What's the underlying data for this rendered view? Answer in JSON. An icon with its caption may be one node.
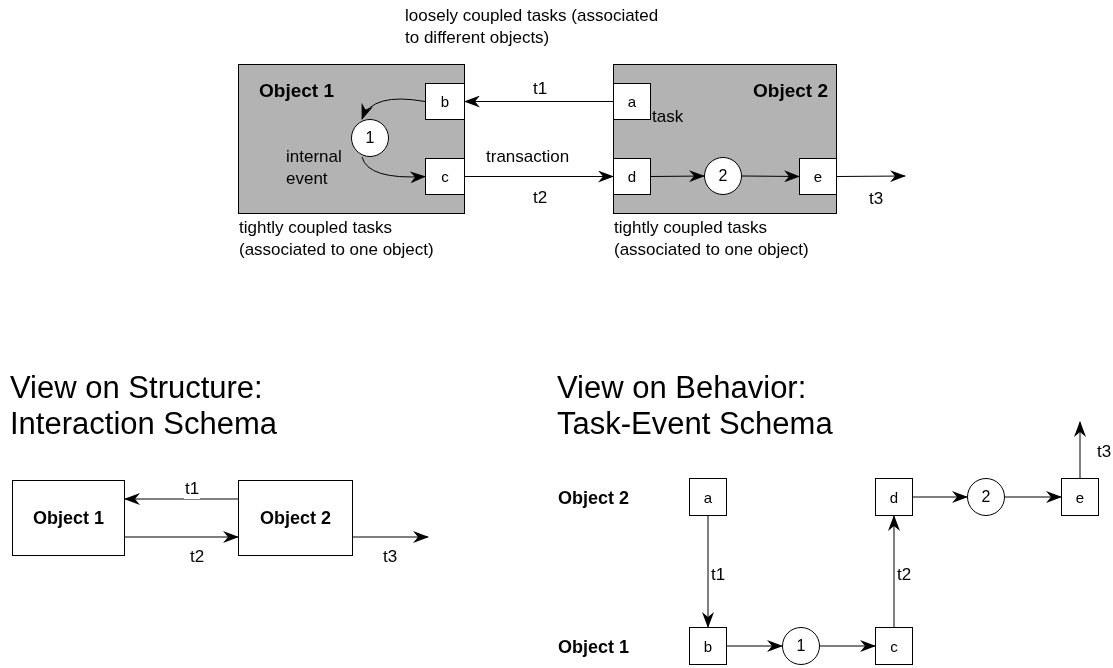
{
  "diagram": {
    "nodes": [
      {
        "text": [
          "Object 1"
        ],
        "beside": [
          "tightly coupled tasks (associated to one object)"
        ]
      },
      {
        "text": [
          "b"
        ],
        "in": 0
      },
      {
        "text": [
          "1"
        ],
        "in": 0,
        "beside": [
          "internal event"
        ]
      },
      {
        "text": [
          "c"
        ],
        "in": 0
      },
      {
        "text": [
          "Object 2"
        ],
        "beside": [
          "tightly coupled tasks (associated to one object)"
        ]
      },
      {
        "text": [
          "a"
        ],
        "in": 4,
        "beside": [
          "task"
        ]
      },
      {
        "text": [
          "d"
        ],
        "in": 4
      },
      {
        "text": [
          "2"
        ],
        "in": 4
      },
      {
        "text": [
          "e"
        ],
        "in": 4
      },
      {
        "text": [
          "Object 1"
        ]
      },
      {
        "text": [
          "Object 2"
        ]
      },
      {
        "text": [
          "a"
        ]
      },
      {
        "text": [
          "d"
        ]
      },
      {
        "text": [
          "2"
        ]
      },
      {
        "text": [
          "e"
        ]
      },
      {
        "text": [
          "b"
        ]
      },
      {
        "text": [
          "1"
        ]
      },
      {
        "text": [
          "c"
        ]
      }
    ],
    "edges": [
      {
        "from": 1,
        "to": 2,
        "arrow": "to"
      },
      {
        "from": 2,
        "to": 3,
        "arrow": "to"
      },
      {
        "from": 5,
        "to": 1,
        "arrow": "to",
        "label": "t1"
      },
      {
        "from": 3,
        "to": 6,
        "arrow": "to",
        "label": "t2"
      },
      {
        "from": 6,
        "to": 7,
        "arrow": "to"
      },
      {
        "from": 7,
        "to": 8,
        "arrow": "to"
      },
      {
        "from": 8,
        "to": null,
        "arrow": "to",
        "label": "t3"
      },
      {
        "from": 10,
        "to": 9,
        "arrow": "to",
        "label": "t1"
      },
      {
        "from": 9,
        "to": 10,
        "arrow": "to",
        "label": "t2"
      },
      {
        "from": 10,
        "to": null,
        "arrow": "to",
        "label": "t3"
      },
      {
        "from": 11,
        "to": 15,
        "arrow": "to",
        "label": "t1"
      },
      {
        "from": 15,
        "to": 16,
        "arrow": "to"
      },
      {
        "from": 16,
        "to": 17,
        "arrow": "to"
      },
      {
        "from": 17,
        "to": 12,
        "arrow": "to",
        "label": "t2"
      },
      {
        "from": 12,
        "to": 13,
        "arrow": "to"
      },
      {
        "from": 13,
        "to": 14,
        "arrow": "to"
      },
      {
        "from": 14,
        "to": null,
        "arrow": "to",
        "label": "t3"
      }
    ],
    "labels": [
      "loosely coupled tasks (associated to different objects)",
      "transaction",
      "View on Structure: Interaction Schema",
      "View on Behavior: Task-Event Schema",
      "Object 2",
      "Object 1"
    ]
  }
}
